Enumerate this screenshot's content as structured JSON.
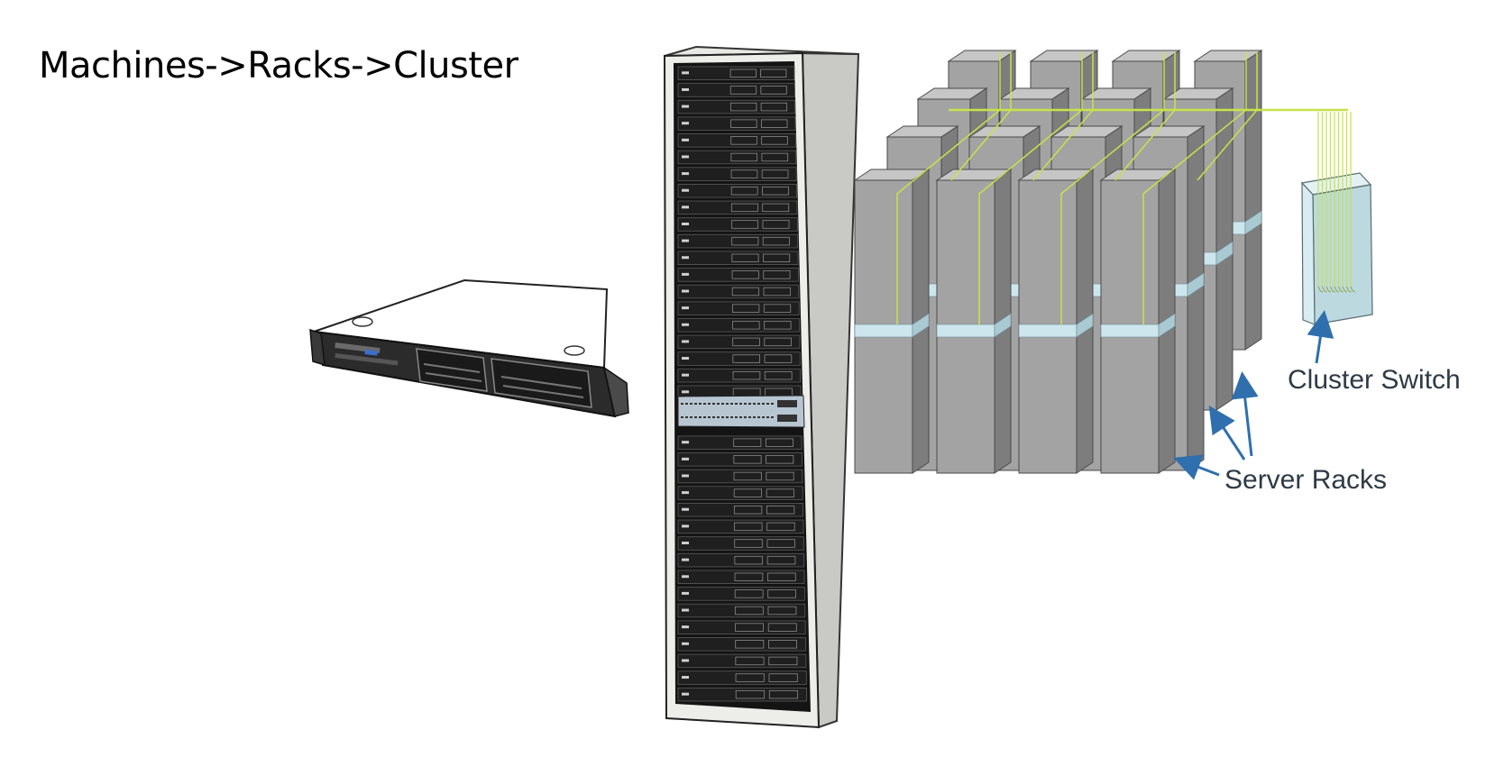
{
  "title": "Machines->Racks->Cluster",
  "labels": {
    "cluster_switch": "Cluster Switch",
    "server_racks": "Server Racks"
  },
  "colors": {
    "rack_front": "#a3a3a3",
    "rack_side": "#7d7d7d",
    "rack_top": "#c6c6c6",
    "band": "#cde6ee",
    "cable": "#c6e34a",
    "switch_fill": "#d4eaef",
    "arrow": "#2f6fae",
    "tower_frame": "#dcdcd8",
    "tower_panel": "#111111"
  }
}
